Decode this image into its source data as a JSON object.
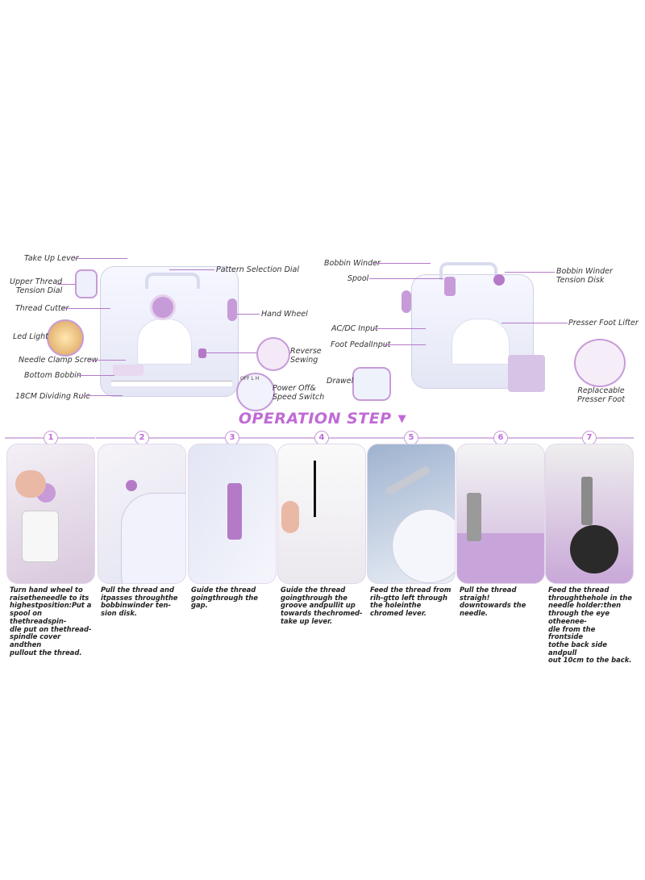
{
  "left_machine": {
    "labels": {
      "take_up_lever": "Take Up Lever",
      "upper_thread_tension_dial": "Upper Thread\nTension Dial",
      "thread_cutter": "Thread Cutter",
      "led_light": "Led Light",
      "needle_clamp_screw": "Needle Clamp Screw",
      "bottom_bobbin": "Bottom Bobbin",
      "dividing_rule": "18CM Dividing Rule",
      "pattern_selection_dial": "Pattern Selection Dial",
      "hand_wheel": "Hand Wheel",
      "reverse_sewing": "Reverse\nSewing",
      "power_speed_switch": "Power Off&\nSpeed Switch"
    },
    "switch_marks": {
      "off": "OFF",
      "low": "L",
      "high": "H"
    }
  },
  "right_machine": {
    "labels": {
      "bobbin_winder": "Bobbin Winder",
      "spool": "Spool",
      "ac_dc_input": "AC/DC Input",
      "foot_pedal_input": "Foot PedalInput",
      "drawel": "Drawel",
      "bobbin_winder_tension_disk": "Bobbin Winder\nTension Disk",
      "presser_foot_lifter": "Presser Foot Lifter",
      "replaceable_presser_foot": "Replaceable\nPresser Foot"
    }
  },
  "operation": {
    "title": "OPERATION STEP",
    "arrow": "▼",
    "steps": [
      {
        "number": "1",
        "caption": "Turn hand wheel to\nraisetheneedle to its\nhighestposition:Put a\nspool on thethreadspin-\ndle put on thethread-\nspindle cover andthen\npullout the thread."
      },
      {
        "number": "2",
        "caption": "Pull the thread and\nitpasses throughthe\nbobbinwinder ten-\nsion disk."
      },
      {
        "number": "3",
        "caption": "Guide the thread\ngoingthrough the\ngap."
      },
      {
        "number": "4",
        "caption": "Guide the thread\ngoingthrough the\ngroove andpullit up\ntowards thechromed-\ntake up lever."
      },
      {
        "number": "5",
        "caption": "Feed the thread from\nrih-gtto left through\nthe holeinthe\nchromed lever."
      },
      {
        "number": "6",
        "caption": "Pull the thread\nstraigh!\ndowntowards the\nneedle."
      },
      {
        "number": "7",
        "caption": "Feed the thread\nthroughthehole in the\nneedle holder:then\nthrough the eye otheenee-\ndle from the frontside\ntothe back side andpull\nout 10cm to the back."
      }
    ]
  },
  "colors": {
    "accent": "#c06ad6",
    "lavender": "#c79bd8",
    "machine_body": "#eceef9"
  }
}
